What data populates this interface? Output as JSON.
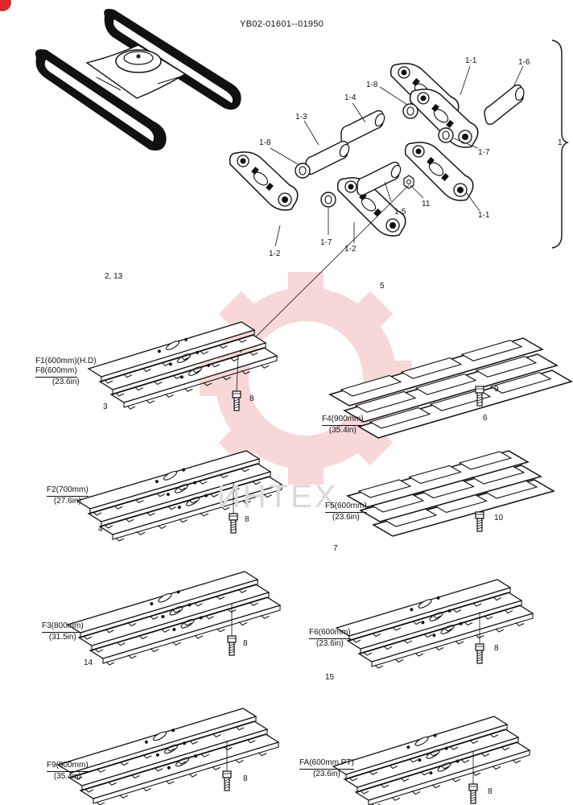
{
  "header": {
    "serial_range": "YB02-01601--01950"
  },
  "watermark": {
    "text": "ИНТЕХ",
    "color": "#f2b7b7"
  },
  "assembly_bracket_label": "1",
  "link_parts": {
    "p1_1_top": "1-1",
    "p1_6": "1-6",
    "p1_8_top": "1-8",
    "p1_4": "1-4",
    "p1_3": "1-3",
    "p1_8_left": "1-8",
    "p1_7_right": "1-7",
    "p11": "11",
    "p1_5": "1-5",
    "p1_1_bottom": "1-1",
    "p1_7_bottom": "1-7",
    "p1_2_left": "1-2",
    "p1_2_mid": "1-2"
  },
  "shoes": [
    {
      "id": "f1",
      "ref": "2, 13",
      "caption_lines": [
        "F1(600mm)(H.D)",
        "F8(600mm)"
      ],
      "inch": "(23.6in)",
      "bolt": "8"
    },
    {
      "id": "f4",
      "ref": "5",
      "caption_lines": [
        "F4(900mm)"
      ],
      "inch": "(35.4in)",
      "bolt": "9"
    },
    {
      "id": "f2",
      "ref": "3",
      "caption_lines": [
        "F2(700mm)"
      ],
      "inch": "(27.6in)",
      "bolt": "8"
    },
    {
      "id": "f5",
      "ref": "6",
      "caption_lines": [
        "F5(600mm)"
      ],
      "inch": "(23.6in)",
      "bolt": "10"
    },
    {
      "id": "f3",
      "ref": "4",
      "caption_lines": [
        "F3(800mm)"
      ],
      "inch": "(31.5in)",
      "bolt": "8"
    },
    {
      "id": "f6",
      "ref": "7",
      "caption_lines": [
        "F6(600mm)"
      ],
      "inch": "(23.6in)",
      "bolt": "8"
    },
    {
      "id": "f9",
      "ref": "14",
      "caption_lines": [
        "F9(900mm)"
      ],
      "inch": "(35.4in)",
      "bolt": "8"
    },
    {
      "id": "fa",
      "ref": "15",
      "caption_lines": [
        "FA(600mm PT)"
      ],
      "inch": "(23.6in)",
      "bolt": "8"
    }
  ]
}
